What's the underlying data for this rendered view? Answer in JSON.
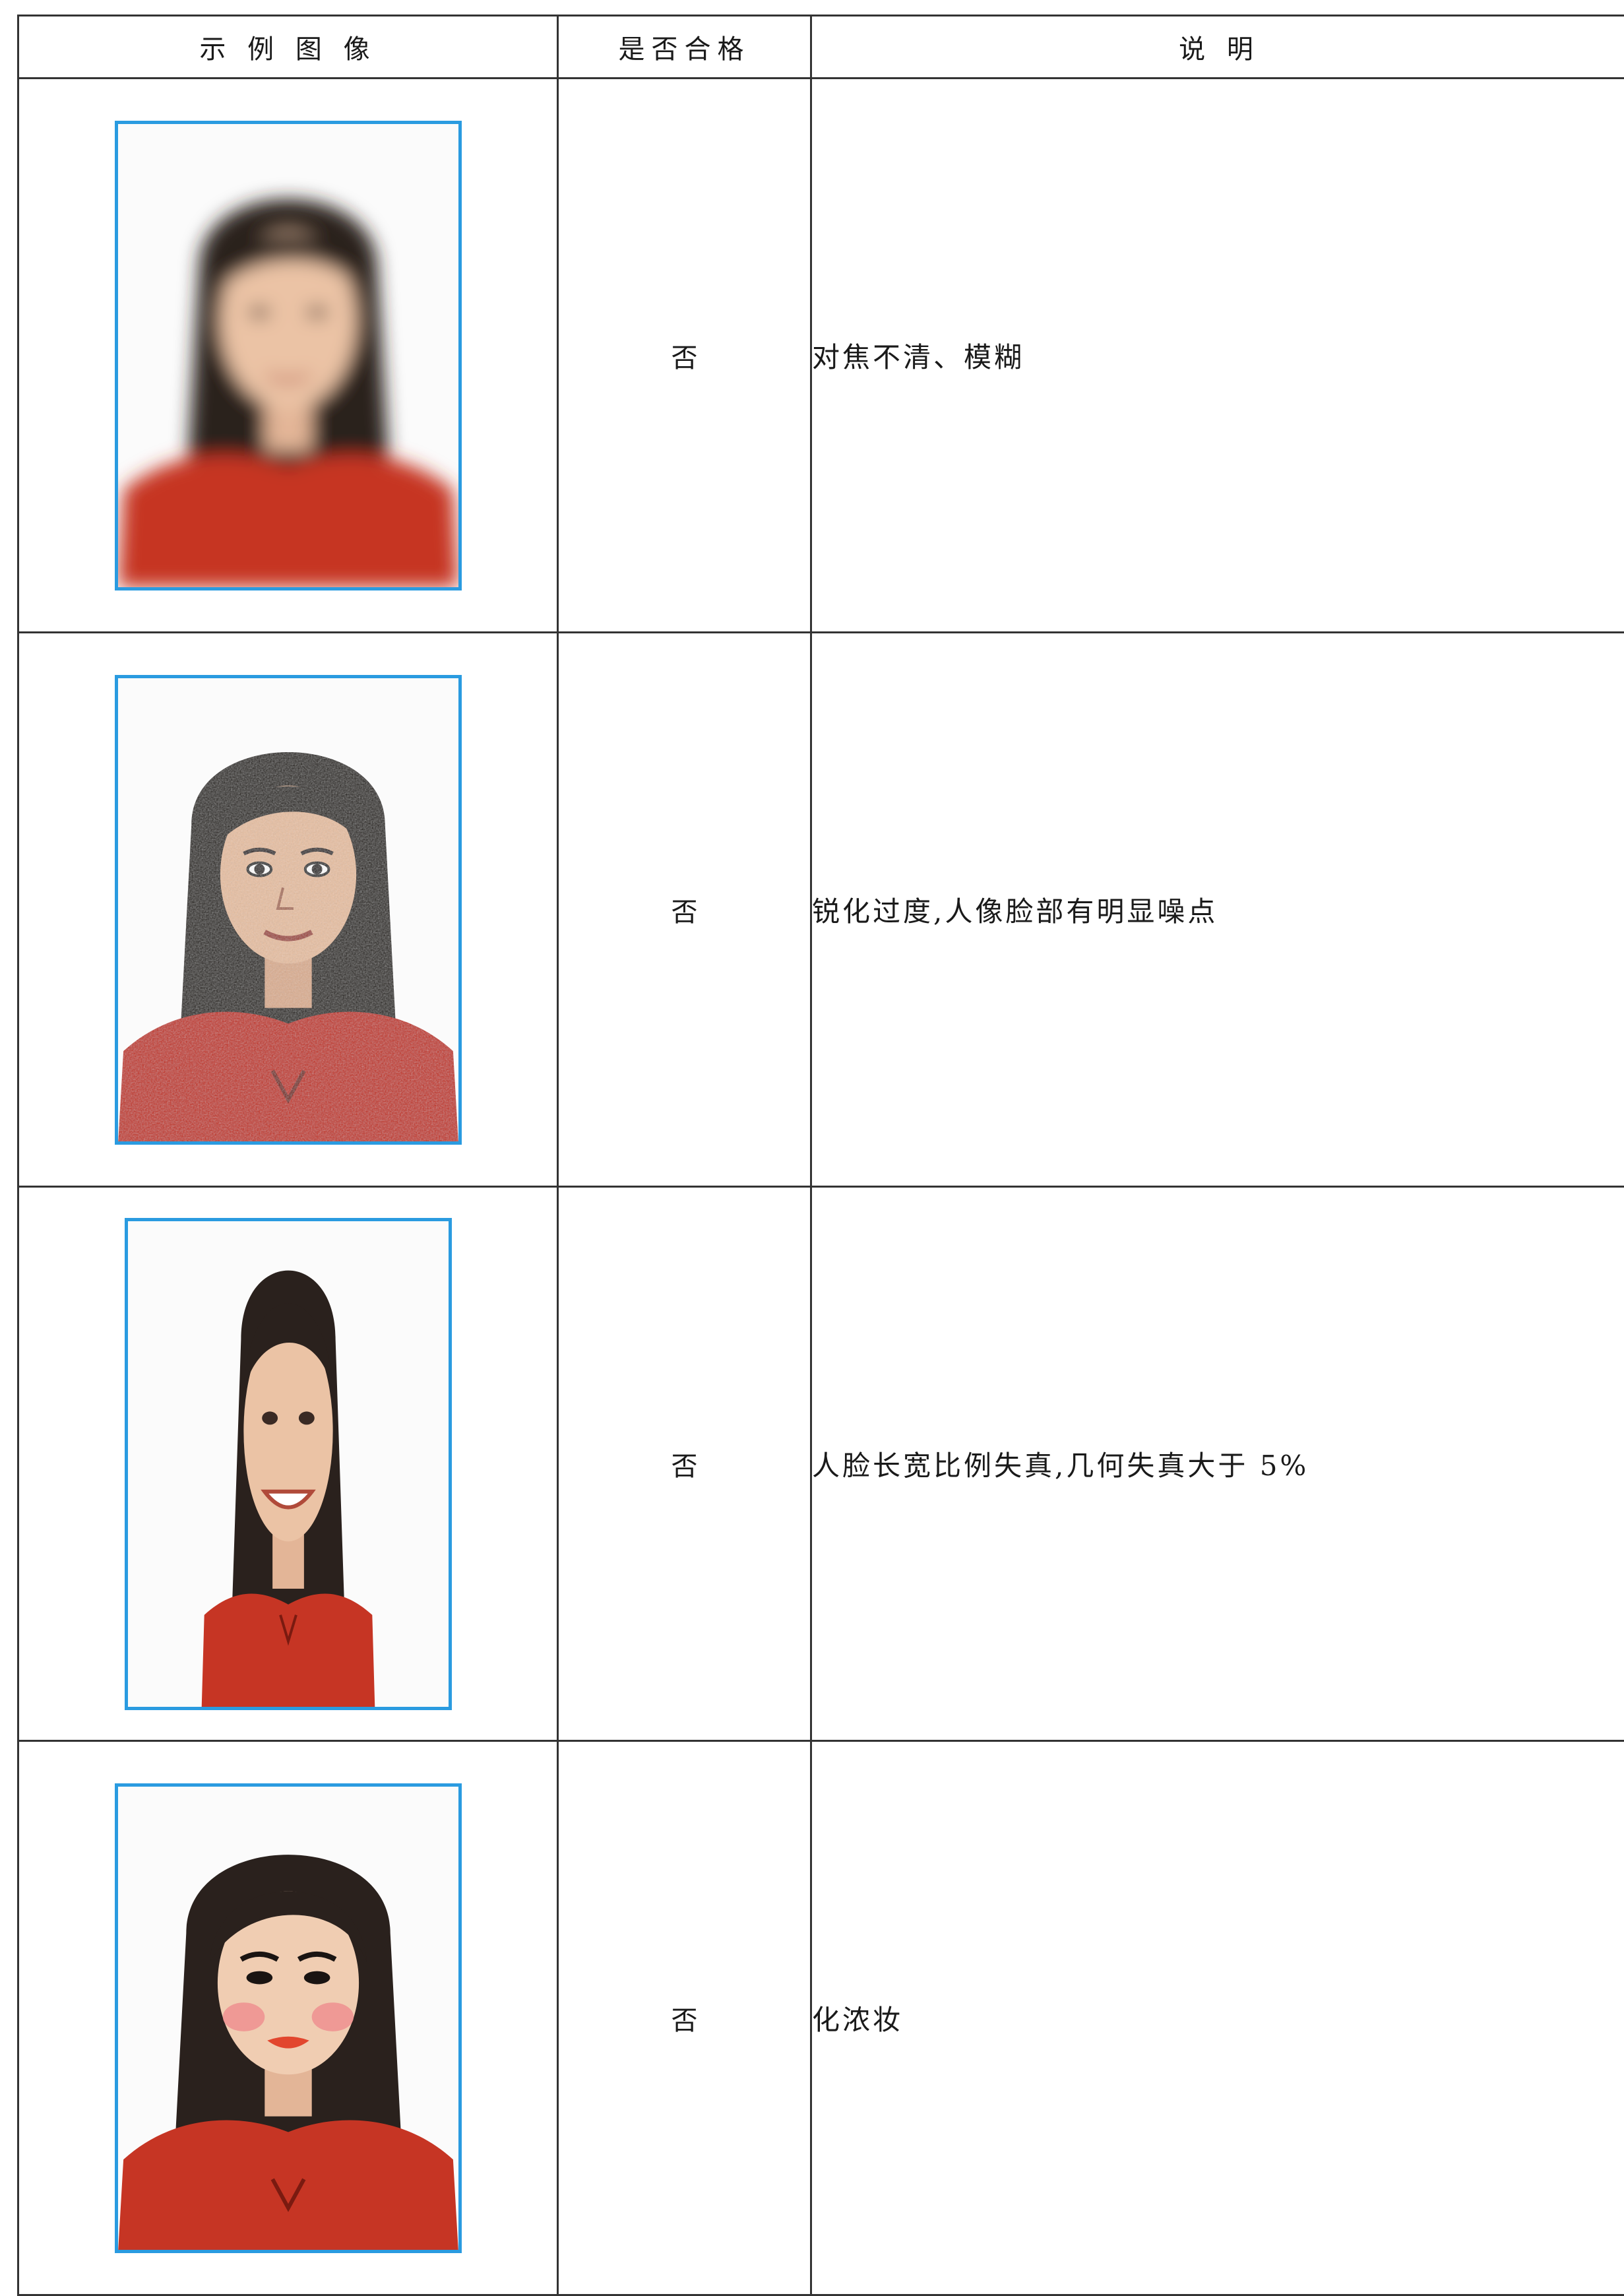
{
  "table": {
    "headers": {
      "image": "示 例 图 像",
      "qualified": "是否合格",
      "description": "说   明"
    },
    "rows": [
      {
        "variant": "blurred",
        "qualified": "否",
        "description": "对焦不清、模糊"
      },
      {
        "variant": "sharpened",
        "qualified": "否",
        "description": "锐化过度,人像脸部有明显噪点"
      },
      {
        "variant": "stretched",
        "qualified": "否",
        "description": "人脸长宽比例失真,几何失真大于 5%"
      },
      {
        "variant": "heavy-makeup",
        "qualified": "否",
        "description": "化浓妆"
      }
    ]
  },
  "colors": {
    "frame": "#2a9be0",
    "shirt": "#c63524",
    "hair": "#2a211d",
    "skin": "#ebc3a5",
    "lips": "#e2462e",
    "blush": "#ef8f8f"
  }
}
